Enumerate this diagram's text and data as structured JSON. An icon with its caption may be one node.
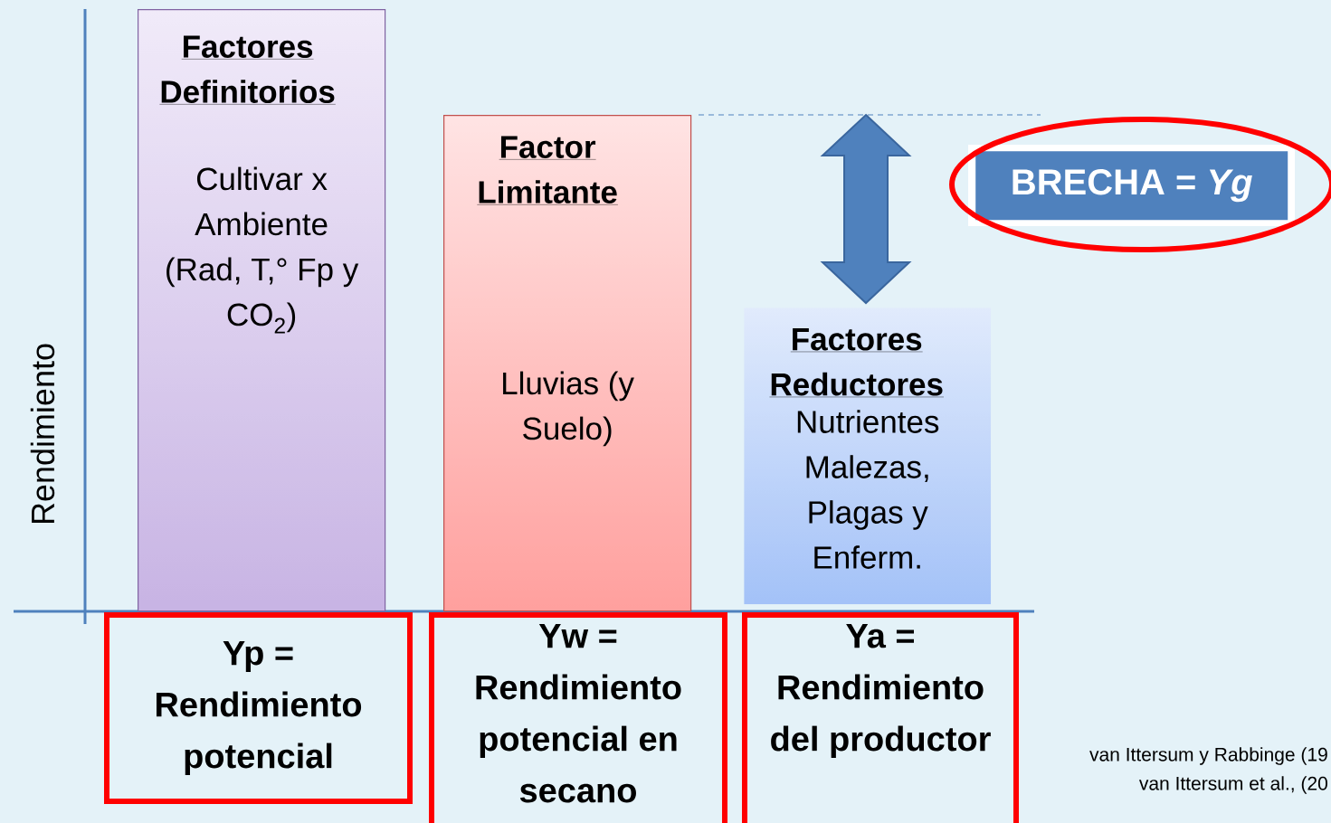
{
  "diagram": {
    "nodes": [
      {
        "text": [
          "Factores Definitorios",
          "Cultivar x Ambiente (Rad, T,° Fp y CO$_{2}$)"
        ]
      },
      {
        "text": [
          "Factor Limitante",
          "Lluvias (y Suelo)"
        ]
      },
      {
        "text": [
          "Factores Reductores",
          "Nutrientes Malezas, Plagas y Enferm."
        ]
      },
      {
        "text": [
          "BRECHA = *Yg*"
        ]
      },
      {
        "text": [
          "Yp = Rendimiento potencial"
        ]
      },
      {
        "text": [
          "Yw = Rendimiento potencial en secano"
        ]
      },
      {
        "text": [
          "Ya = Rendimiento del productor"
        ]
      }
    ],
    "labels": [
      "Rendimiento",
      "van Ittersum y Rabbinge (19",
      "van Ittersum et al., (20"
    ]
  }
}
